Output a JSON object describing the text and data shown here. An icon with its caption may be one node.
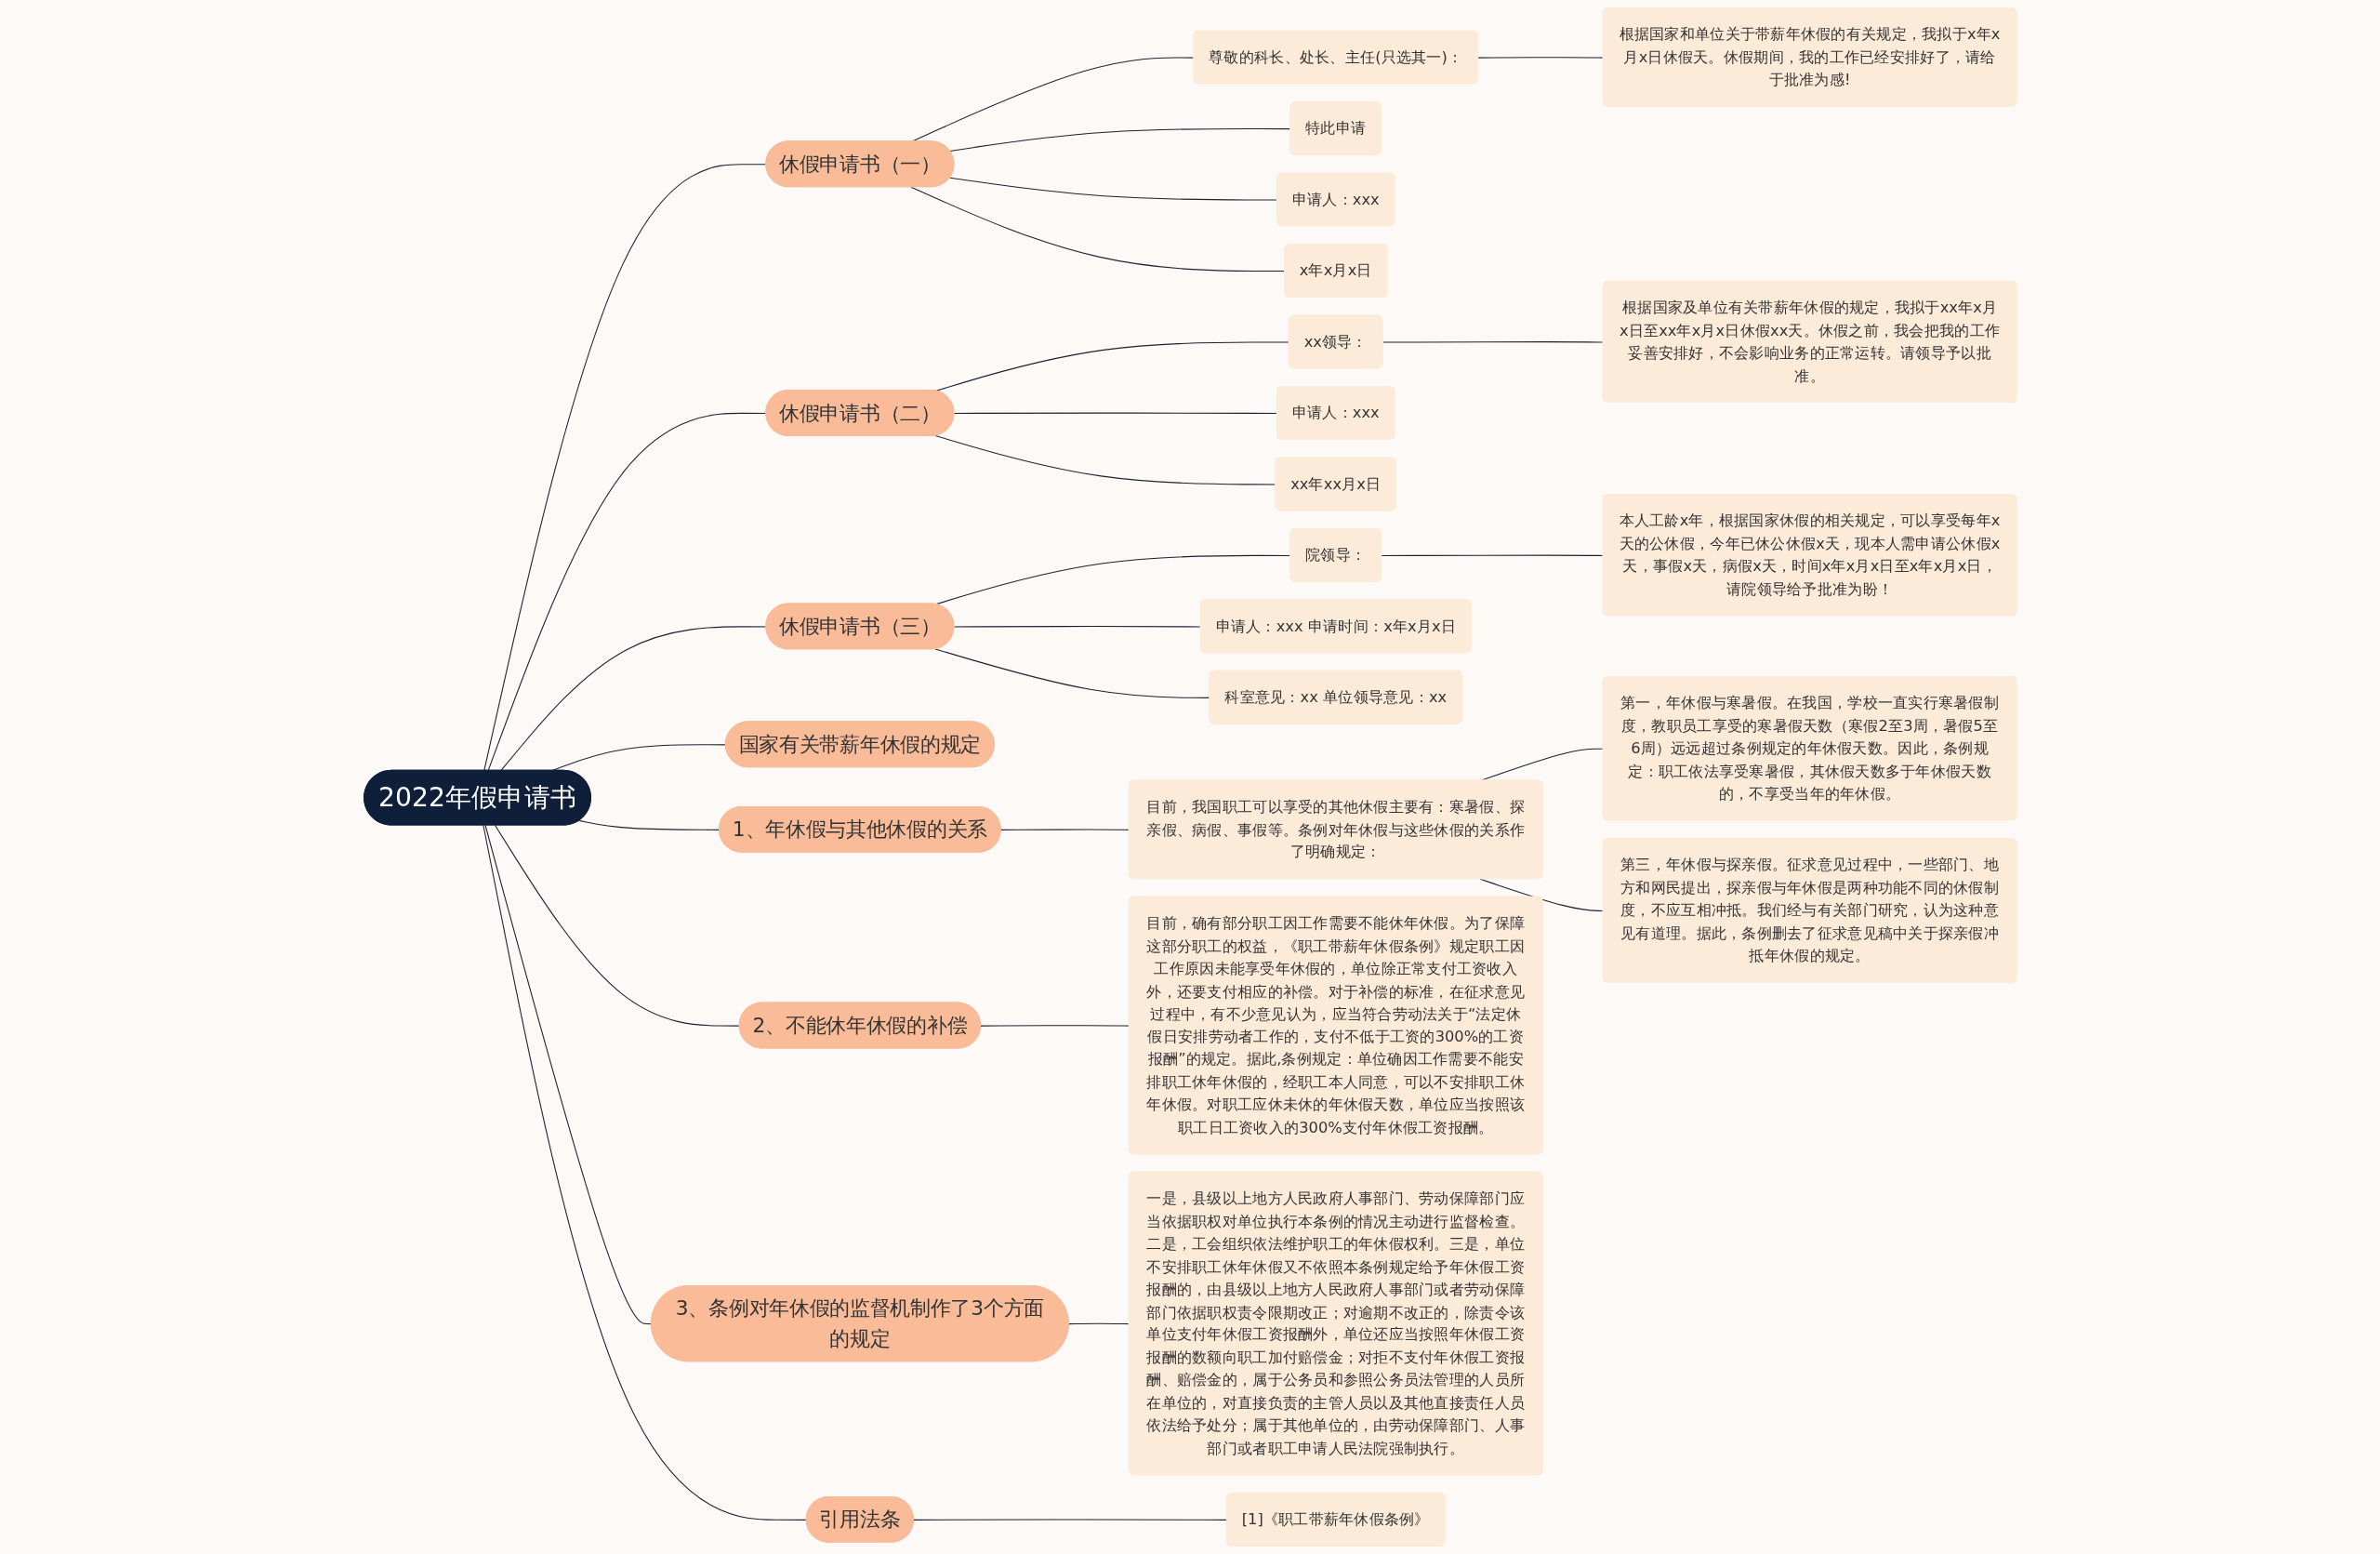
{
  "diagram": {
    "nodes": [
      {
        "text": [
          "2022年假申请书"
        ]
      },
      {
        "text": [
          "休假申请书（一）"
        ]
      },
      {
        "text": [
          "尊敬的科长、处长、主任(只选其一)："
        ]
      },
      {
        "text": [
          "根据国家和单位关于带薪年休假的有关规定，我拟于x年x月x日休假天。休假期间，我的工作已经安排好了，请给于批准为感!"
        ]
      },
      {
        "text": [
          "特此申请"
        ]
      },
      {
        "text": [
          "申请人：xxx"
        ]
      },
      {
        "text": [
          "x年x月x日"
        ]
      },
      {
        "text": [
          "休假申请书（二）"
        ]
      },
      {
        "text": [
          "xx领导："
        ]
      },
      {
        "text": [
          "根据国家及单位有关带薪年休假的规定，我拟于xx年x月x日至xx年x月x日休假xx天。休假之前，我会把我的工作妥善安排好，不会影响业务的正常运转。请领导予以批准。"
        ]
      },
      {
        "text": [
          "申请人：xxx"
        ]
      },
      {
        "text": [
          "xx年xx月x日"
        ]
      },
      {
        "text": [
          "休假申请书（三）"
        ]
      },
      {
        "text": [
          "院领导："
        ]
      },
      {
        "text": [
          "本人工龄x年，根据国家休假的相关规定，可以享受每年x天的公休假，今年已休公休假x天，现本人需申请公休假x天，事假x天，病假x天，时间x年x月x日至x年x月x日，请院领导给予批准为盼！"
        ]
      },
      {
        "text": [
          "申请人：xxx 申请时间：x年x月x日"
        ]
      },
      {
        "text": [
          "科室意见：xx 单位领导意见：xx"
        ]
      },
      {
        "text": [
          "国家有关带薪年休假的规定"
        ]
      },
      {
        "text": [
          "1、年休假与其他休假的关系"
        ]
      },
      {
        "text": [
          "目前，我国职工可以享受的其他休假主要有：寒暑假、探亲假、病假、事假等。条例对年休假与这些休假的关系作了明确规定："
        ]
      },
      {
        "text": [
          "第一，年休假与寒暑假。在我国，学校一直实行寒暑假制度，教职员工享受的寒暑假天数（寒假2至3周，暑假5至6周）远远超过条例规定的年休假天数。因此，条例规定：职工依法享受寒暑假，其休假天数多于年休假天数的，不享受当年的年休假。"
        ]
      },
      {
        "text": [
          "第三，年休假与探亲假。征求意见过程中，一些部门、地方和网民提出，探亲假与年休假是两种功能不同的休假制度，不应互相冲抵。我们经与有关部门研究，认为这种意见有道理。据此，条例删去了征求意见稿中关于探亲假冲抵年休假的规定。"
        ]
      },
      {
        "text": [
          "2、不能休年休假的补偿"
        ]
      },
      {
        "text": [
          "目前，确有部分职工因工作需要不能休年休假。为了保障这部分职工的权益，《职工带薪年休假条例》规定职工因工作原因未能享受年休假的，单位除正常支付工资收入外，还要支付相应的补偿。对于补偿的标准，在征求意见过程中，有不少意见认为，应当符合劳动法关于“法定休假日安排劳动者工作的，支付不低于工资的300%的工资报酬”的规定。据此,条例规定：单位确因工作需要不能安排职工休年休假的，经职工本人同意，可以不安排职工休年休假。对职工应休未休的年休假天数，单位应当按照该职工日工资收入的300%支付年休假工资报酬。"
        ]
      },
      {
        "text": [
          "3、条例对年休假的监督机制作了3个方面的规定"
        ]
      },
      {
        "text": [
          "一是，县级以上地方人民政府人事部门、劳动保障部门应当依据职权对单位执行本条例的情况主动进行监督检查。二是，工会组织依法维护职工的年休假权利。三是，单位不安排职工休年休假又不依照本条例规定给予年休假工资报酬的，由县级以上地方人民政府人事部门或者劳动保障部门依据职权责令限期改正；对逾期不改正的，除责令该单位支付年休假工资报酬外，单位还应当按照年休假工资报酬的数额向职工加付赔偿金；对拒不支付年休假工资报酬、赔偿金的，属于公务员和参照公务员法管理的人员所在单位的，对直接负责的主管人员以及其他直接责任人员依法给予处分；属于其他单位的，由劳动保障部门、人事部门或者职工申请人民法院强制执行。"
        ]
      },
      {
        "text": [
          "引用法条"
        ]
      },
      {
        "text": [
          "[1]《职工带薪年休假条例》"
        ]
      }
    ],
    "edges": [
      {
        "from": 0,
        "to": 1,
        "arrow": "none"
      },
      {
        "from": 1,
        "to": 2,
        "arrow": "none"
      },
      {
        "from": 2,
        "to": 3,
        "arrow": "none"
      },
      {
        "from": 1,
        "to": 4,
        "arrow": "none"
      },
      {
        "from": 1,
        "to": 5,
        "arrow": "none"
      },
      {
        "from": 1,
        "to": 6,
        "arrow": "none"
      },
      {
        "from": 0,
        "to": 7,
        "arrow": "none"
      },
      {
        "from": 7,
        "to": 8,
        "arrow": "none"
      },
      {
        "from": 8,
        "to": 9,
        "arrow": "none"
      },
      {
        "from": 7,
        "to": 10,
        "arrow": "none"
      },
      {
        "from": 7,
        "to": 11,
        "arrow": "none"
      },
      {
        "from": 0,
        "to": 12,
        "arrow": "none"
      },
      {
        "from": 12,
        "to": 13,
        "arrow": "none"
      },
      {
        "from": 13,
        "to": 14,
        "arrow": "none"
      },
      {
        "from": 12,
        "to": 15,
        "arrow": "none"
      },
      {
        "from": 12,
        "to": 16,
        "arrow": "none"
      },
      {
        "from": 0,
        "to": 17,
        "arrow": "none"
      },
      {
        "from": 0,
        "to": 18,
        "arrow": "none"
      },
      {
        "from": 18,
        "to": 19,
        "arrow": "none"
      },
      {
        "from": 19,
        "to": 20,
        "arrow": "none"
      },
      {
        "from": 19,
        "to": 21,
        "arrow": "none"
      },
      {
        "from": 0,
        "to": 22,
        "arrow": "none"
      },
      {
        "from": 22,
        "to": 23,
        "arrow": "none"
      },
      {
        "from": 0,
        "to": 24,
        "arrow": "none"
      },
      {
        "from": 24,
        "to": 25,
        "arrow": "none"
      },
      {
        "from": 0,
        "to": 26,
        "arrow": "none"
      },
      {
        "from": 26,
        "to": 27,
        "arrow": "none"
      }
    ]
  }
}
